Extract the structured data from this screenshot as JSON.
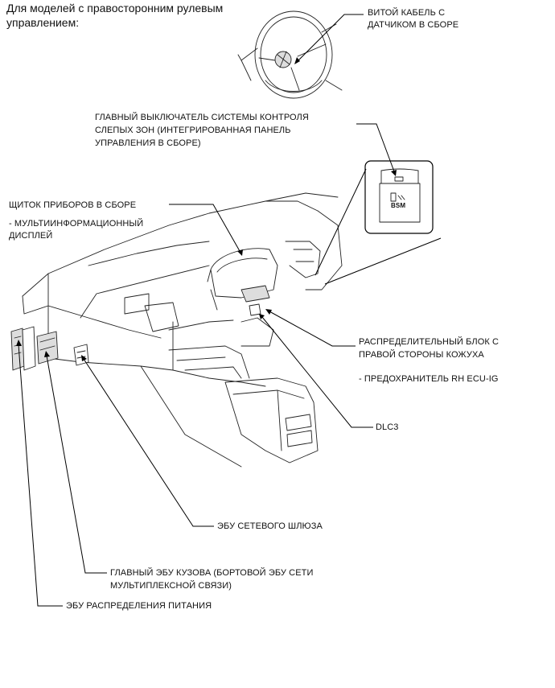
{
  "header": {
    "line1": "Для моделей с правосторонним рулевым",
    "line2": "управлением:"
  },
  "labels": {
    "spiral_cable": [
      "ВИТОЙ КАБЕЛЬ С",
      "ДАТЧИКОМ В СБОРЕ"
    ],
    "bsm_switch": [
      "ГЛАВНЫЙ ВЫКЛЮЧАТЕЛЬ СИСТЕМЫ КОНТРОЛЯ",
      "СЛЕПЫХ ЗОН (ИНТЕГРИРОВАННАЯ ПАНЕЛЬ",
      "УПРАВЛЕНИЯ В СБОРЕ)"
    ],
    "combination_meter": [
      "ЩИТОК ПРИБОРОВ В СБОРЕ",
      "- МУЛЬТИИНФОРМАЦИОННЫЙ",
      "ДИСПЛЕЙ"
    ],
    "junction_block": [
      "РАСПРЕДЕЛИТЕЛЬНЫЙ БЛОК С",
      "ПРАВОЙ СТОРОНЫ КОЖУХА",
      "- ПРЕДОХРАНИТЕЛЬ RH ECU-IG"
    ],
    "dlc3": "DLC3",
    "gateway_ecu": "ЭБУ СЕТЕВОГО ШЛЮЗА",
    "main_body_ecu": [
      "ГЛАВНЫЙ ЭБУ КУЗОВА (БОРТОВОЙ ЭБУ СЕТИ",
      "МУЛЬТИПЛЕКСНОЙ СВЯЗИ)"
    ],
    "power_ecu": "ЭБУ РАСПРЕДЕЛЕНИЯ ПИТАНИЯ"
  },
  "switch_text": "BSM"
}
